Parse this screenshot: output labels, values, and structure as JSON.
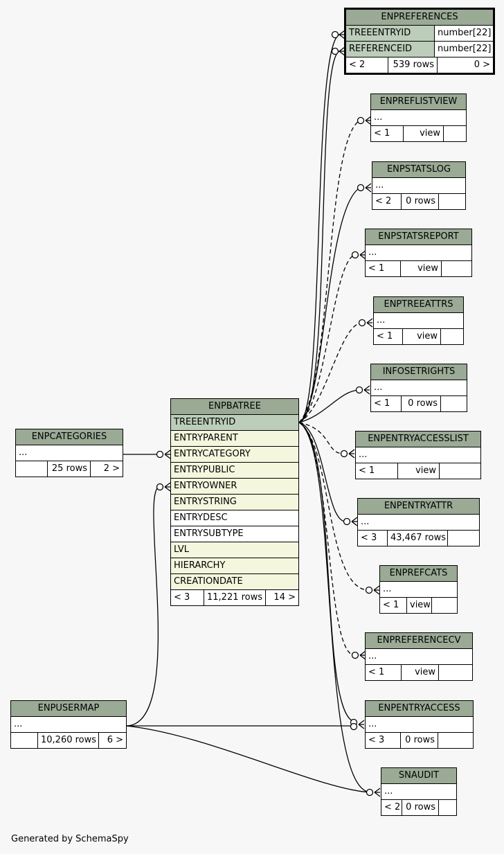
{
  "credit": "Generated by SchemaSpy",
  "tables": {
    "enpreferences": {
      "name": "ENPREFERENCES",
      "columns": [
        {
          "name": "TREEENTRYID",
          "type": "number[22]"
        },
        {
          "name": "REFERENCEID",
          "type": "number[22]"
        }
      ],
      "footer": {
        "left": "< 2",
        "rows": "539 rows",
        "right": "0 >"
      }
    },
    "enpreflistview": {
      "name": "ENPREFLISTVIEW",
      "ellipsis": "...",
      "footer": {
        "left": "< 1",
        "rows": "view",
        "right": ""
      }
    },
    "enpstatslog": {
      "name": "ENPSTATSLOG",
      "ellipsis": "...",
      "footer": {
        "left": "< 2",
        "rows": "0 rows",
        "right": ""
      }
    },
    "enpstatsreport": {
      "name": "ENPSTATSREPORT",
      "ellipsis": "...",
      "footer": {
        "left": "< 1",
        "rows": "view",
        "right": ""
      }
    },
    "enptreeattrs": {
      "name": "ENPTREEATTRS",
      "ellipsis": "...",
      "footer": {
        "left": "< 1",
        "rows": "view",
        "right": ""
      }
    },
    "infosetrights": {
      "name": "INFOSETRIGHTS",
      "ellipsis": "...",
      "footer": {
        "left": "< 1",
        "rows": "0 rows",
        "right": ""
      }
    },
    "enpentryaccesslist": {
      "name": "ENPENTRYACCESSLIST",
      "ellipsis": "...",
      "footer": {
        "left": "< 1",
        "rows": "view",
        "right": ""
      }
    },
    "enpentryattr": {
      "name": "ENPENTRYATTR",
      "ellipsis": "...",
      "footer": {
        "left": "< 3",
        "rows": "43,467 rows",
        "right": ""
      }
    },
    "enprefcats": {
      "name": "ENPREFCATS",
      "ellipsis": "...",
      "footer": {
        "left": "< 1",
        "rows": "view",
        "right": ""
      }
    },
    "enpreferencecv": {
      "name": "ENPREFERENCECV",
      "ellipsis": "...",
      "footer": {
        "left": "< 1",
        "rows": "view",
        "right": ""
      }
    },
    "enpentryaccess": {
      "name": "ENPENTRYACCESS",
      "ellipsis": "...",
      "footer": {
        "left": "< 3",
        "rows": "0 rows",
        "right": ""
      }
    },
    "snaudit": {
      "name": "SNAUDIT",
      "ellipsis": "...",
      "footer": {
        "left": "< 2",
        "rows": "0 rows",
        "right": ""
      }
    },
    "enpbatree": {
      "name": "ENPBATREE",
      "columns": [
        "TREEENTRYID",
        "ENTRYPARENT",
        "ENTRYCATEGORY",
        "ENTRYPUBLIC",
        "ENTRYOWNER",
        "ENTRYSTRING",
        "ENTRYDESC",
        "ENTRYSUBTYPE",
        "LVL",
        "HIERARCHY",
        "CREATIONDATE"
      ],
      "footer": {
        "left": "< 3",
        "rows": "11,221 rows",
        "right": "14 >"
      }
    },
    "enpcategories": {
      "name": "ENPCATEGORIES",
      "ellipsis": "...",
      "footer": {
        "left": "",
        "rows": "25 rows",
        "right": "2 >"
      }
    },
    "enpusermap": {
      "name": "ENPUSERMAP",
      "ellipsis": "...",
      "footer": {
        "left": "",
        "rows": "10,260 rows",
        "right": "6 >"
      }
    }
  }
}
